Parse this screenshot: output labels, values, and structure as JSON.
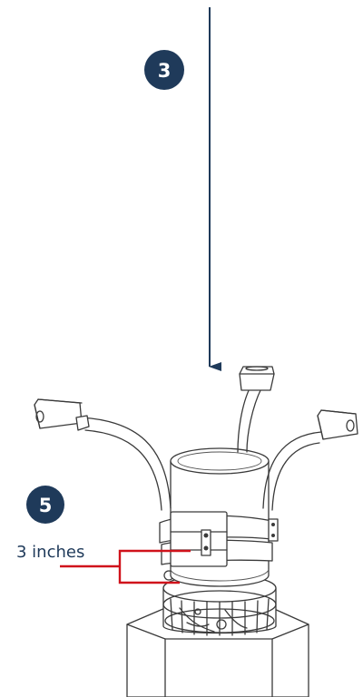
{
  "diagram": {
    "step_badges": [
      {
        "label": "3"
      },
      {
        "label": "5"
      }
    ],
    "measurement_label": "3 inches",
    "colors": {
      "badge": "#1f3a5a",
      "arrow": "#1f3a5a",
      "measure_line": "#d0121b",
      "label_text": "#1f3a5a",
      "drawing_line": "#3a3a3a"
    }
  }
}
